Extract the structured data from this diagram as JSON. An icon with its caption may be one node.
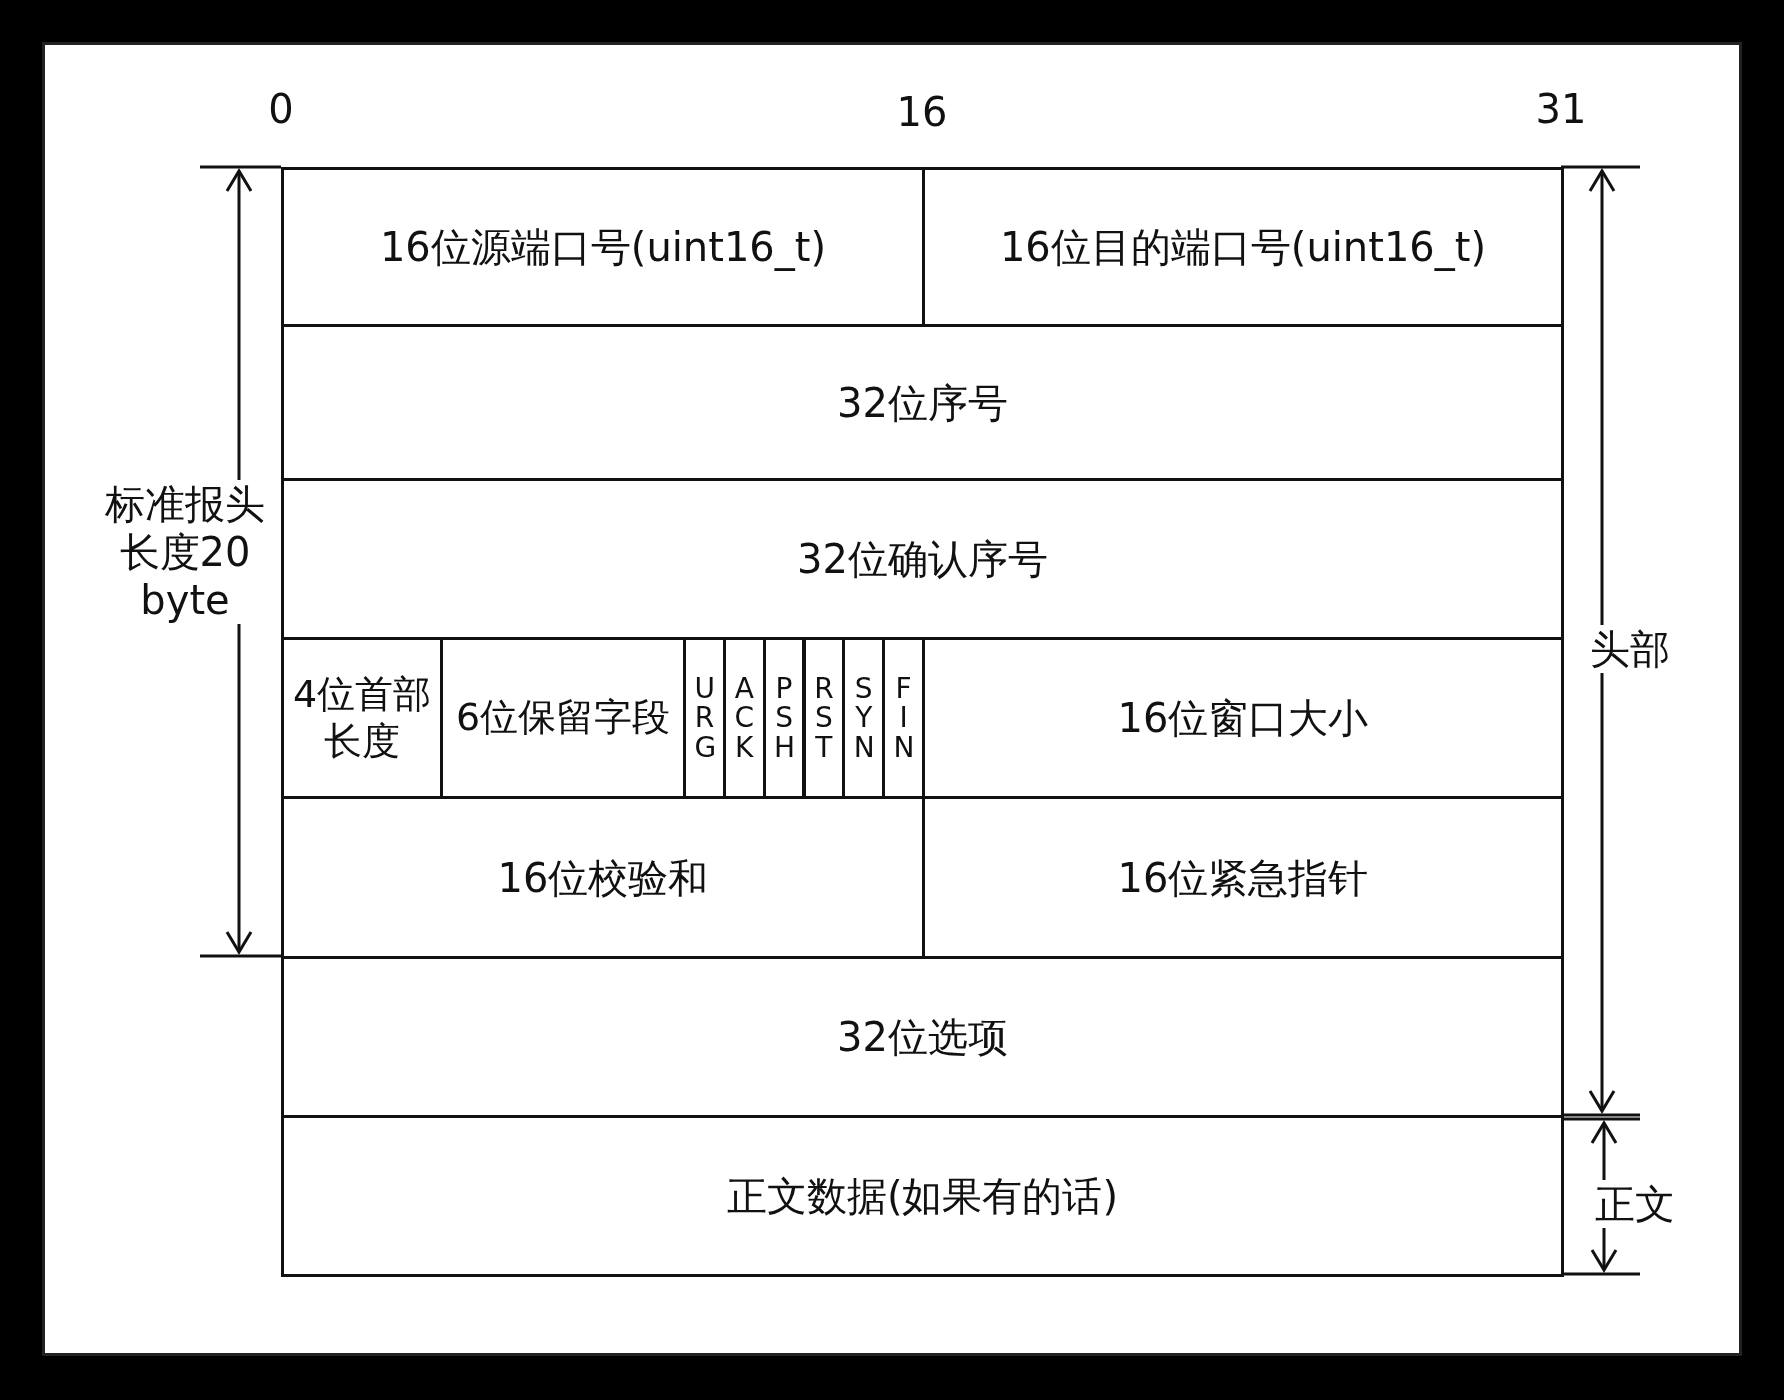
{
  "diagram": {
    "nodes": [
      {
        "text": [
          "16位源端口号(uint16_t)"
        ]
      },
      {
        "text": [
          "16位目的端口号(uint16_t)"
        ]
      },
      {
        "text": [
          "32位序号"
        ]
      },
      {
        "text": [
          "32位确认序号"
        ]
      },
      {
        "text": [
          "4位首部长度"
        ]
      },
      {
        "text": [
          "6位保留字段"
        ]
      },
      {
        "text": [
          "URG"
        ]
      },
      {
        "text": [
          "ACK"
        ]
      },
      {
        "text": [
          "PSH"
        ]
      },
      {
        "text": [
          "RST"
        ]
      },
      {
        "text": [
          "SYN"
        ]
      },
      {
        "text": [
          "FIN"
        ]
      },
      {
        "text": [
          "16位窗口大小"
        ]
      },
      {
        "text": [
          "16位校验和"
        ]
      },
      {
        "text": [
          "16位紧急指针"
        ]
      },
      {
        "text": [
          "32位选项"
        ]
      },
      {
        "text": [
          "正文数据(如果有的话)"
        ]
      }
    ],
    "labels": [
      "0",
      "16",
      "31",
      "标准报头长度20 byte",
      "头部",
      "正文"
    ]
  }
}
